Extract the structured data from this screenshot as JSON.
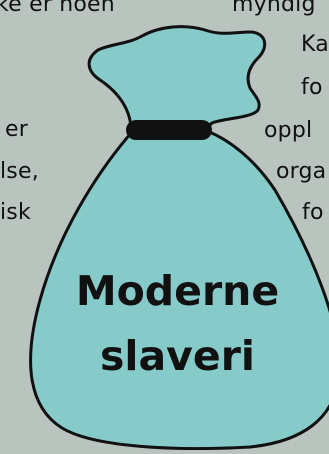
{
  "left_text": {
    "line1": "ke er noen",
    "line2": "er",
    "line3": "lse,",
    "line4": "isk"
  },
  "right_text": {
    "line1": "myndig",
    "line2": "Ka",
    "line3": "fo",
    "line4": "oppl",
    "line5": "orga",
    "line6": "fo"
  },
  "bag": {
    "title_line1": "Moderne",
    "title_line2": "slaveri",
    "fill_color": "#86cbc9",
    "band_color": "#111111"
  }
}
